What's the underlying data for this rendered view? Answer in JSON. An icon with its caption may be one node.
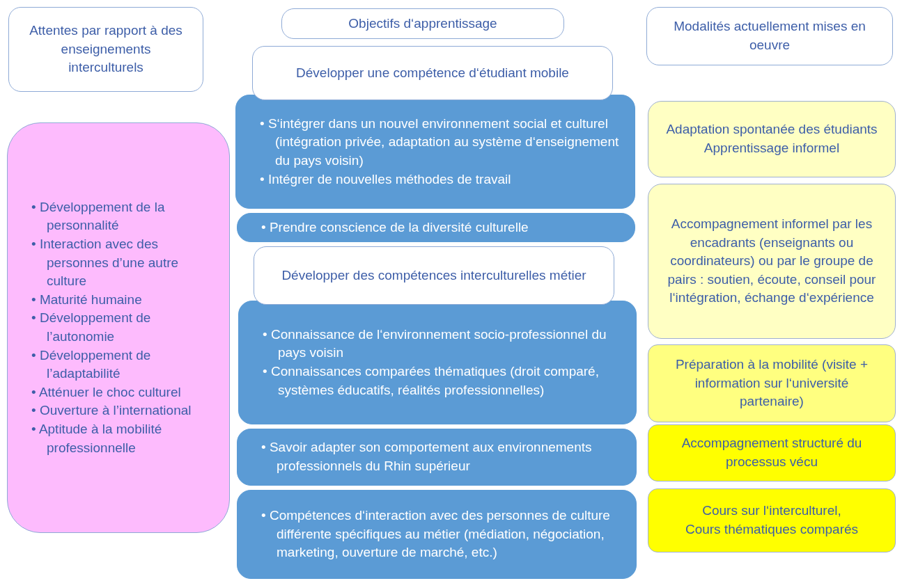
{
  "diagram": {
    "nodes": [
      {
        "text": [
          "Attentes par rapport à des enseignements interculturels"
        ]
      },
      {
        "text": [
          "Objectifs d‘apprentissage"
        ]
      },
      {
        "text": [
          "Modalités actuellement mises en oeuvre"
        ]
      },
      {
        "text": [
          "• Développement de la personnalité",
          "• Interaction avec des personnes d’une autre culture",
          "• Maturité humaine",
          "• Développement de l’autonomie",
          "• Développement de l’adaptabilité",
          "• Atténuer le choc culturel",
          "• Ouverture à l’international",
          "• Aptitude à la mobilité professionnelle"
        ]
      },
      {
        "text": [
          "Développer une compétence d‘étudiant mobile"
        ]
      },
      {
        "text": [
          "• S‘intégrer dans un nouvel environnement social et culturel  (intégration privée, adaptation au système d‘enseignement du pays voisin)",
          "• Intégrer de nouvelles méthodes de travail"
        ]
      },
      {
        "text": [
          "• Prendre conscience de la diversité culturelle"
        ]
      },
      {
        "text": [
          "Développer des compétences interculturelles métier"
        ]
      },
      {
        "text": [
          "• Connaissance de l‘environnement socio-professionnel du pays voisin",
          "• Connaissances comparées thématiques (droit comparé, systèmes éducatifs, réalités professionnelles)"
        ]
      },
      {
        "text": [
          "• Savoir adapter son comportement aux environnements professionnels du Rhin supérieur"
        ]
      },
      {
        "text": [
          "• Compétences d‘interaction avec des personnes de culture différente spécifiques au métier (médiation, négociation, marketing, ouverture de marché, etc.)"
        ]
      },
      {
        "text": [
          "Adaptation spontanée des étudiants",
          "Apprentissage informel"
        ]
      },
      {
        "text": [
          "Accompagnement informel par les encadrants (enseignants ou coordinateurs) ou par le groupe de pairs : soutien, écoute, conseil pour l‘intégration, échange d‘expérience"
        ]
      },
      {
        "text": [
          "Préparation à la mobilité (visite + information sur l‘université partenaire)"
        ]
      },
      {
        "text": [
          "Accompagnement structuré du processus vécu"
        ]
      },
      {
        "text": [
          "Cours sur l‘interculturel,",
          "Cours thématiques comparés"
        ]
      }
    ]
  }
}
